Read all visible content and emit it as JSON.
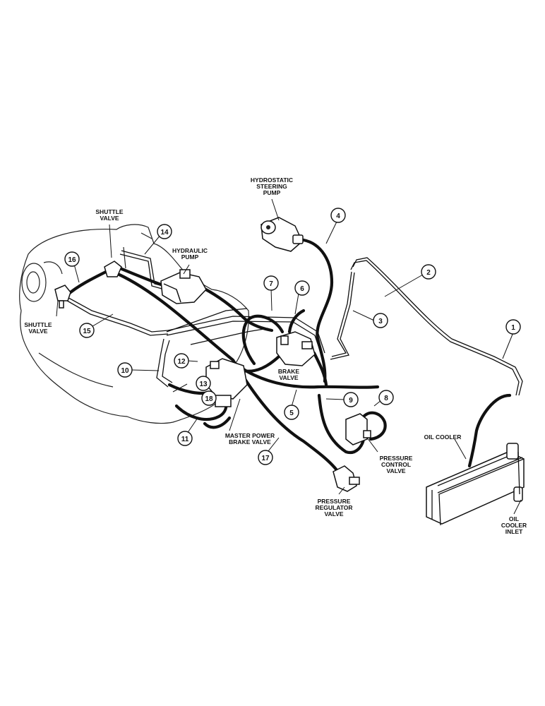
{
  "diagram": {
    "labels": {
      "hydrostatic_steering_pump": [
        "HYDROSTATIC",
        "STEERING",
        "PUMP"
      ],
      "shuttle_valve_top": [
        "SHUTTLE",
        "VALVE"
      ],
      "hydraulic_pump": [
        "HYDRAULIC",
        "PUMP"
      ],
      "shuttle_valve_left": [
        "SHUTTLE",
        "VALVE"
      ],
      "brake_valve": [
        "BRAKE",
        "VALVE"
      ],
      "master_power_brake_valve": [
        "MASTER POWER",
        "BRAKE VALVE"
      ],
      "pressure_control_valve": [
        "PRESSURE",
        "CONTROL",
        "VALVE"
      ],
      "pressure_regulator_valve": [
        "PRESSURE",
        "REGULATOR",
        "VALVE"
      ],
      "oil_cooler": [
        "OIL COOLER"
      ],
      "oil_cooler_inlet": [
        "OIL",
        "COOLER",
        "INLET"
      ]
    },
    "callouts": [
      "1",
      "2",
      "3",
      "4",
      "5",
      "6",
      "7",
      "8",
      "9",
      "10",
      "11",
      "12",
      "13",
      "14",
      "15",
      "16",
      "17",
      "18"
    ]
  }
}
